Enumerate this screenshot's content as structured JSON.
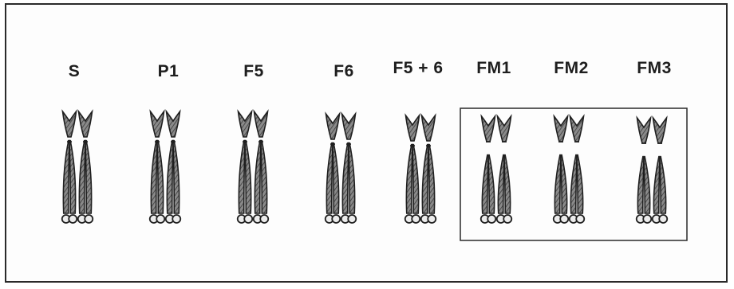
{
  "figure": {
    "lines": [
      {
        "label": "S",
        "type": "complete"
      },
      {
        "label": "P1",
        "type": "complete"
      },
      {
        "label": "F5",
        "type": "complete"
      },
      {
        "label": "F6",
        "type": "complete"
      },
      {
        "label": "F5 + 6",
        "type": "complete"
      },
      {
        "label": "FM1",
        "type": "split"
      },
      {
        "label": "FM2",
        "type": "split"
      },
      {
        "label": "FM3",
        "type": "split"
      }
    ],
    "colors": {
      "outline": "#1f1f1f",
      "fill": "#8a8a8a",
      "hatch": "#3a3a3a",
      "centromere": "#ececec"
    }
  }
}
